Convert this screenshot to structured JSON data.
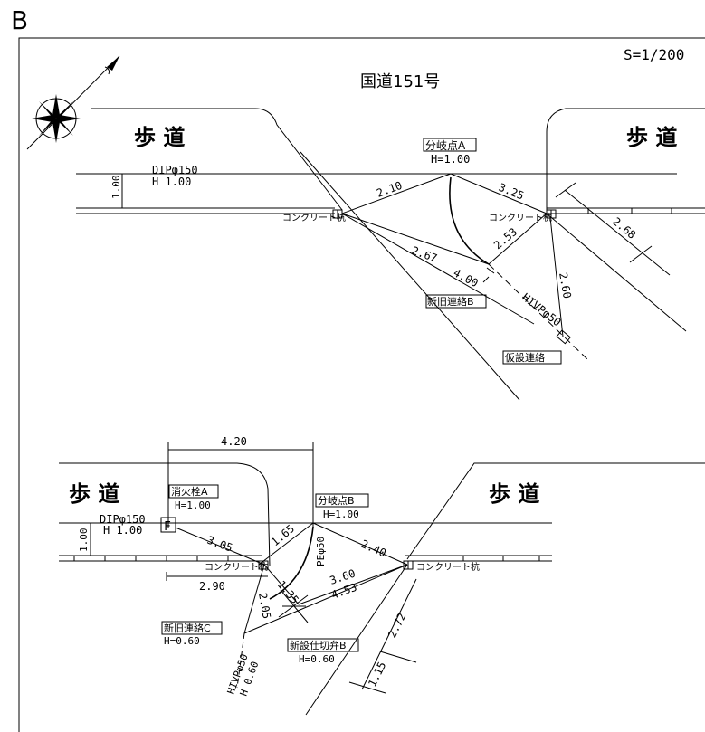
{
  "sheet_id": "B",
  "scale": "S=1/200",
  "road_name": "国道151号",
  "upper": {
    "sidewalk_left": "歩 道",
    "sidewalk_right": "歩 道",
    "pipe_label": "DIPφ150",
    "pipe_depth": "H 1.00",
    "pipe_dim": "1.00",
    "branch_label": "分岐点A",
    "branch_depth": "H=1.00",
    "pile_left": "コンクリート杭",
    "pile_right": "コンクリート杭",
    "d1": "2.10",
    "d2": "3.25",
    "d3": "2.68",
    "d4": "2.53",
    "d5": "2.67",
    "d6": "4.00",
    "d7": "2.60",
    "hivp": "HIVPφ50",
    "new_old_label": "新旧連絡B",
    "temp_label": "仮設連絡"
  },
  "lower": {
    "sidewalk_left": "歩 道",
    "sidewalk_right": "歩 道",
    "top_dim": "4.20",
    "hydrant_label": "消火栓A",
    "hydrant_depth": "H=1.00",
    "hydrant_symbol": "F",
    "branch_label": "分岐点B",
    "branch_depth": "H=1.00",
    "pipe_label": "DIPφ150",
    "pipe_depth": "H 1.00",
    "pipe_dim": "1.00",
    "d1": "3.05",
    "d2": "1.65",
    "d3": "2.40",
    "pe": "PEφ50",
    "pile_left": "コンクリート杭",
    "pile_right": "コンクリート杭",
    "d4": "2.90",
    "d5": "1.35",
    "d6": "3.60",
    "d7": "4.53",
    "d8": "2.05",
    "d9": "2.72",
    "d10": "1.15",
    "new_old_label": "新旧連絡C",
    "new_old_depth": "H=0.60",
    "valve_label": "新設仕切弁B",
    "valve_depth": "H=0.60",
    "hivp": "HIVPφ50",
    "hivp_depth": "H 0.60"
  }
}
